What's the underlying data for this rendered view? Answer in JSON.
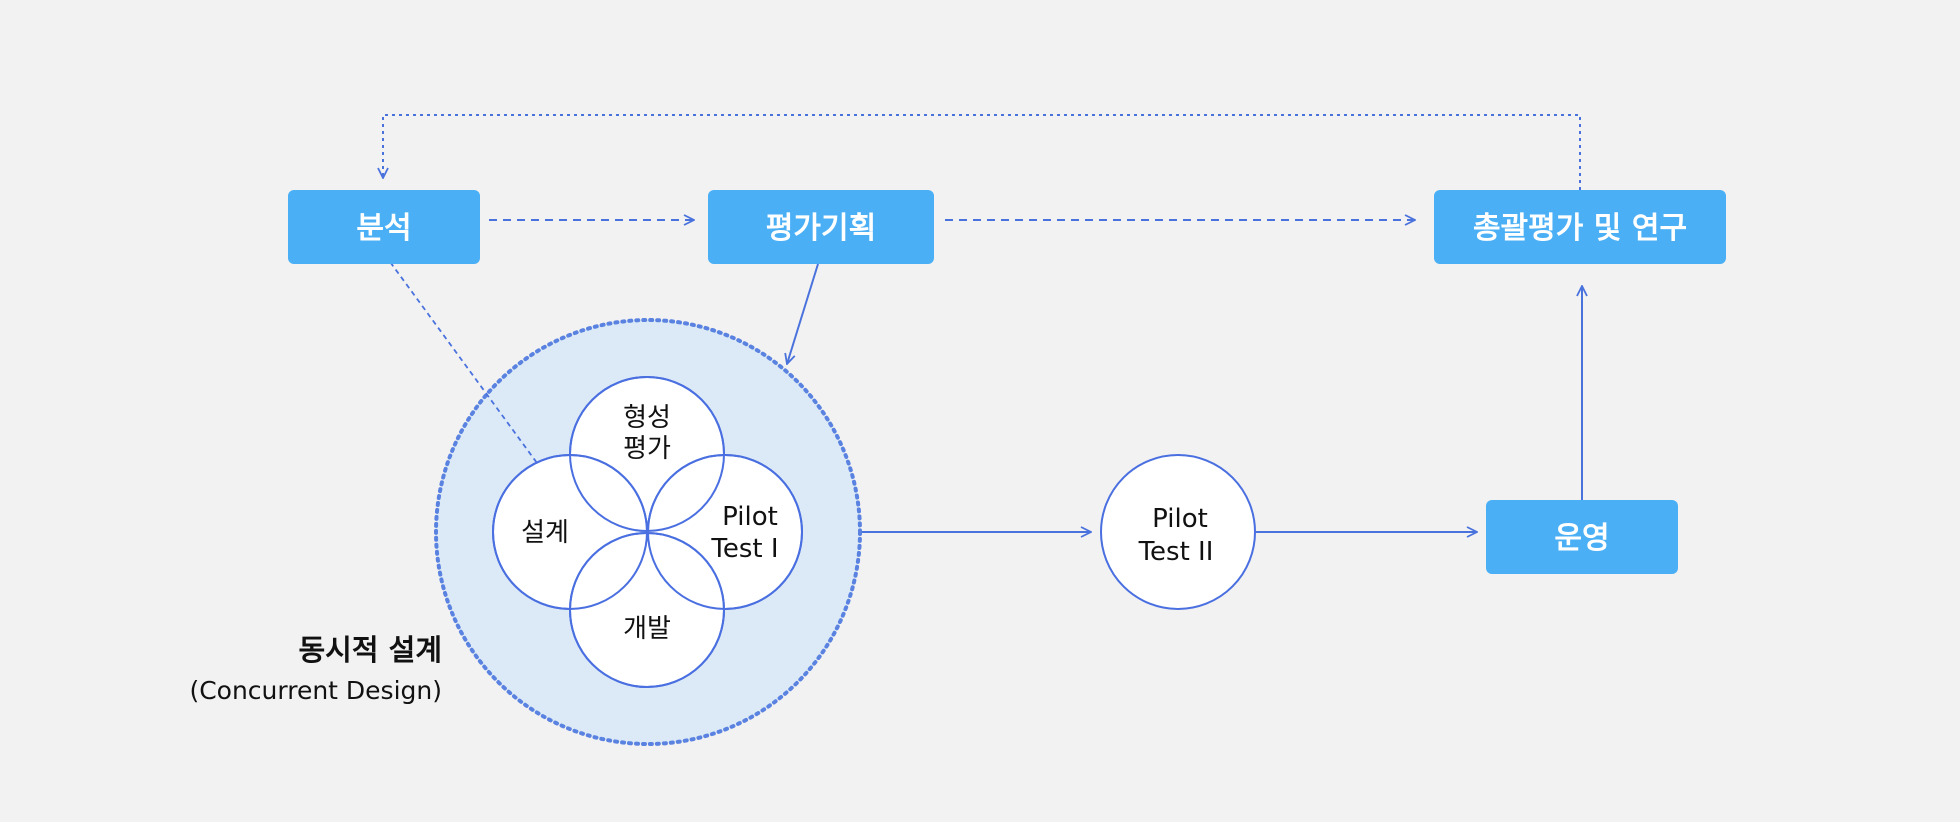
{
  "colors": {
    "background": "#f2f2f2",
    "box_fill": "#4aaff5",
    "box_text": "#ffffff",
    "line": "#4a72dd",
    "outer_circle_fill": "#dceaf7",
    "outer_circle_stroke": "#5a82e0",
    "petal_fill": "#ffffff",
    "text": "#111111"
  },
  "boxes": {
    "analysis": "분석",
    "eval_plan": "평가기획",
    "summative": "총괄평가 및 연구",
    "operation": "운영"
  },
  "petals": {
    "formative_line1": "형성",
    "formative_line2": "평가",
    "design": "설계",
    "pilot1_line1": "Pilot",
    "pilot1_line2": "Test Ⅰ",
    "development": "개발"
  },
  "pilot2": {
    "line1": "Pilot",
    "line2": "Test II"
  },
  "concurrent": {
    "title": "동시적 설계",
    "subtitle": "(Concurrent Design)"
  }
}
